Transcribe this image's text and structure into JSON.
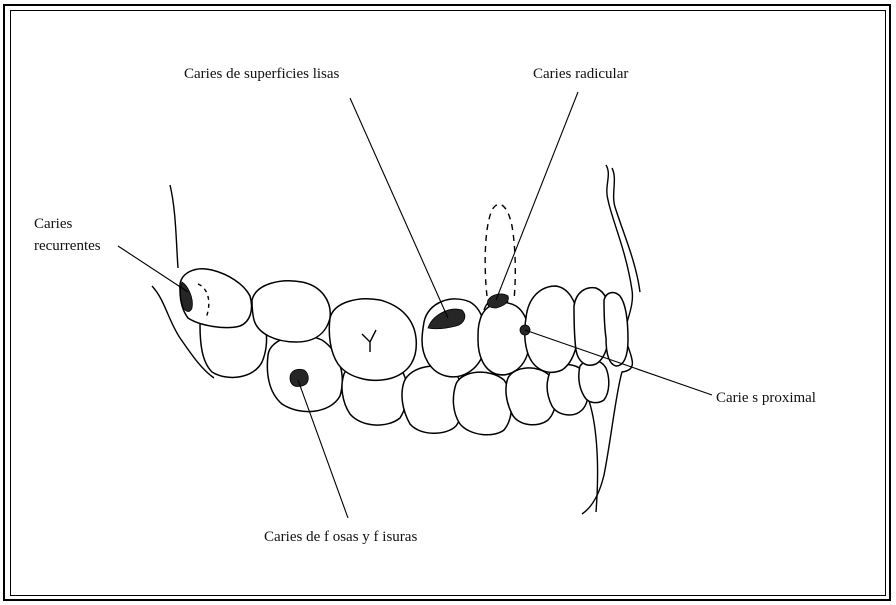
{
  "labels": {
    "caries_superficies_lisas": "Caries de superficies lisas",
    "caries_radicular": "Caries radicular",
    "caries_recurrentes_line1": "Caries",
    "caries_recurrentes_line2": "recurrentes",
    "caries_proximal": "Carie s proximal",
    "caries_fosas_fisuras": "Caries de f osas y f isuras"
  },
  "colors": {
    "line": "#000000",
    "lesion": "#262626",
    "background": "#ffffff"
  }
}
